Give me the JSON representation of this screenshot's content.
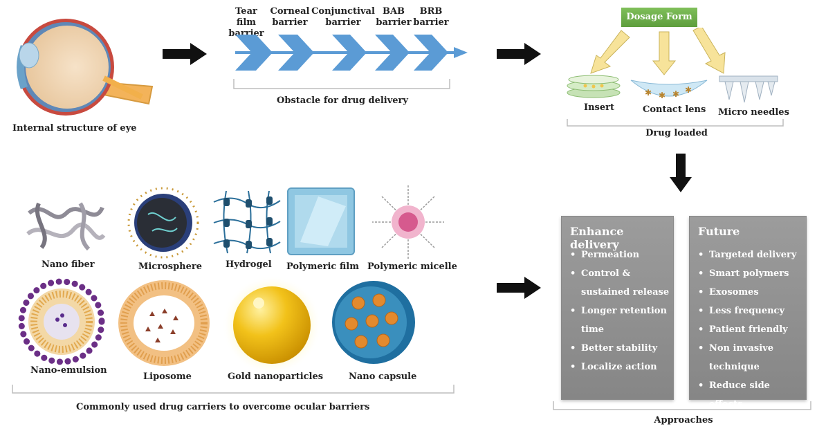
{
  "eye": {
    "caption": "Internal structure of eye"
  },
  "barriers": {
    "items": [
      {
        "line1": "Tear film",
        "line2": "barrier"
      },
      {
        "line1": "Corneal",
        "line2": "barrier"
      },
      {
        "line1": "Conjunctival",
        "line2": "barrier"
      },
      {
        "line1": "BAB",
        "line2": "barrier"
      },
      {
        "line1": "BRB",
        "line2": "barrier"
      }
    ],
    "caption": "Obstacle for drug delivery"
  },
  "dosage": {
    "title": "Dosage Form",
    "forms": [
      "Insert",
      "Contact lens",
      "Micro needles"
    ],
    "caption": "Drug loaded"
  },
  "carriers": {
    "row1": [
      "Nano fiber",
      "Microsphere",
      "Hydrogel",
      "Polymeric film",
      "Polymeric micelle"
    ],
    "row2": [
      "Nano-emulsion",
      "Liposome",
      "Gold nanoparticles",
      "Nano capsule"
    ],
    "caption": "Commonly used drug carriers to overcome ocular barriers"
  },
  "approaches": {
    "enhance": {
      "title": "Enhance delivery",
      "items": [
        "Permeation",
        "Control &",
        "sustained release",
        "Longer retention",
        "time",
        "Better stability",
        "Localize action"
      ],
      "bullets": [
        true,
        true,
        false,
        true,
        false,
        true,
        true
      ]
    },
    "future": {
      "title": "Future",
      "items": [
        "Targeted delivery",
        "Smart polymers",
        "Exosomes",
        "Less frequency",
        "Patient friendly",
        "Non invasive",
        "technique",
        "Reduce side effects"
      ],
      "bullets": [
        true,
        true,
        true,
        true,
        true,
        true,
        false,
        true
      ]
    },
    "caption": "Approaches"
  },
  "colors": {
    "chevron": "#5b9bd5",
    "dosage_green": "#6aab48",
    "arrow_yellow": "#f7e39a",
    "panel_gray": "#8f8f8f"
  }
}
